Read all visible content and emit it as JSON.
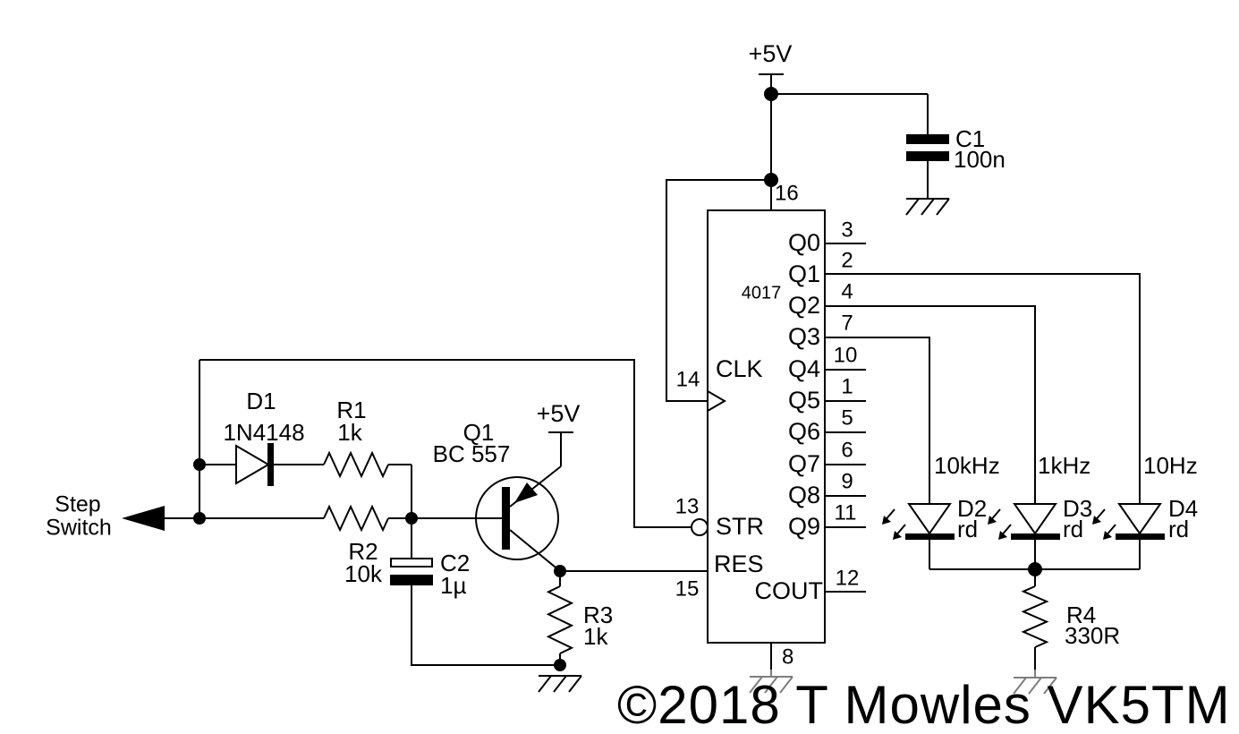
{
  "colors": {
    "ink": "#000000",
    "ground_gray": "#7d7d7d",
    "watermark": "#d8d8d8"
  },
  "power": {
    "rail_main": "+5V",
    "rail_q1": "+5V"
  },
  "input_label": {
    "line1": "Step",
    "line2": "Switch"
  },
  "ic": {
    "part": "4017",
    "pins": {
      "clk": {
        "name": "CLK",
        "num": "14"
      },
      "str": {
        "name": "STR",
        "num": "13"
      },
      "res": {
        "name": "RES",
        "num": "15"
      },
      "cout": {
        "name": "COUT",
        "num": "12"
      },
      "vdd": {
        "num": "16"
      },
      "vss": {
        "num": "8"
      }
    },
    "outputs": [
      {
        "name": "Q0",
        "num": "3"
      },
      {
        "name": "Q1",
        "num": "2"
      },
      {
        "name": "Q2",
        "num": "4"
      },
      {
        "name": "Q3",
        "num": "7"
      },
      {
        "name": "Q4",
        "num": "10"
      },
      {
        "name": "Q5",
        "num": "1"
      },
      {
        "name": "Q6",
        "num": "5"
      },
      {
        "name": "Q7",
        "num": "6"
      },
      {
        "name": "Q8",
        "num": "9"
      },
      {
        "name": "Q9",
        "num": "11"
      }
    ]
  },
  "components": {
    "d1": {
      "ref": "D1",
      "value": "1N4148"
    },
    "r1": {
      "ref": "R1",
      "value": "1k"
    },
    "r2": {
      "ref": "R2",
      "value": "10k"
    },
    "r3": {
      "ref": "R3",
      "value": "1k"
    },
    "r4": {
      "ref": "R4",
      "value": "330R"
    },
    "c1": {
      "ref": "C1",
      "value": "100n"
    },
    "c2": {
      "ref": "C2",
      "value": "1µ"
    },
    "q1": {
      "ref": "Q1",
      "value": "BC 557"
    }
  },
  "leds": {
    "d2": {
      "ref": "D2",
      "color": "rd",
      "signal": "10kHz"
    },
    "d3": {
      "ref": "D3",
      "color": "rd",
      "signal": "1kHz"
    },
    "d4": {
      "ref": "D4",
      "color": "rd",
      "signal": "10Hz"
    }
  },
  "watermark": "©2018 T Mowles VK5TM"
}
